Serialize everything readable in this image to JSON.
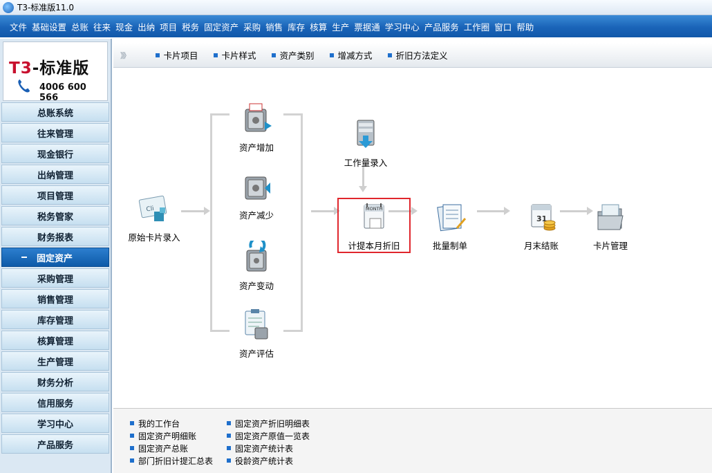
{
  "window": {
    "title": "T3-标准版11.0"
  },
  "menu": [
    "文件",
    "基础设置",
    "总账",
    "往来",
    "现金",
    "出纳",
    "项目",
    "税务",
    "固定资产",
    "采购",
    "销售",
    "库存",
    "核算",
    "生产",
    "票据通",
    "学习中心",
    "产品服务",
    "工作圈",
    "窗口",
    "帮助"
  ],
  "brand": {
    "name_prefix": "T3",
    "name_suffix": "-标准版",
    "phone": "4006 600 566"
  },
  "sidebar": {
    "items": [
      "总账系统",
      "往来管理",
      "现金银行",
      "出纳管理",
      "项目管理",
      "税务管家",
      "财务报表",
      "固定资产",
      "采购管理",
      "销售管理",
      "库存管理",
      "核算管理",
      "生产管理",
      "财务分析",
      "信用服务",
      "学习中心",
      "产品服务"
    ],
    "active": "固定资产"
  },
  "quickbar": {
    "chevron": "》》",
    "links": [
      "卡片项目",
      "卡片样式",
      "资产类别",
      "增减方式",
      "折旧方法定义"
    ]
  },
  "flow": {
    "original_card": "原始卡片录入",
    "asset_add": "资产增加",
    "asset_reduce": "资产减少",
    "asset_change": "资产变动",
    "asset_eval": "资产评估",
    "workload": "工作量录入",
    "depreciation": "计提本月折旧",
    "batch": "批量制单",
    "month_end": "月末结账",
    "card_mgmt": "卡片管理",
    "month_icon_text": "MONTH",
    "calendar_day": "31"
  },
  "reports": {
    "col1": [
      "我的工作台",
      "固定资产明细账",
      "固定资产总账",
      "部门折旧计提汇总表"
    ],
    "col2": [
      "固定资产折旧明细表",
      "固定资产原值一览表",
      "固定资产统计表",
      "役龄资产统计表"
    ]
  },
  "colors": {
    "menubar": "#1a64b8",
    "highlight": "#e0262c",
    "link_bullet": "#1e6fcc"
  }
}
